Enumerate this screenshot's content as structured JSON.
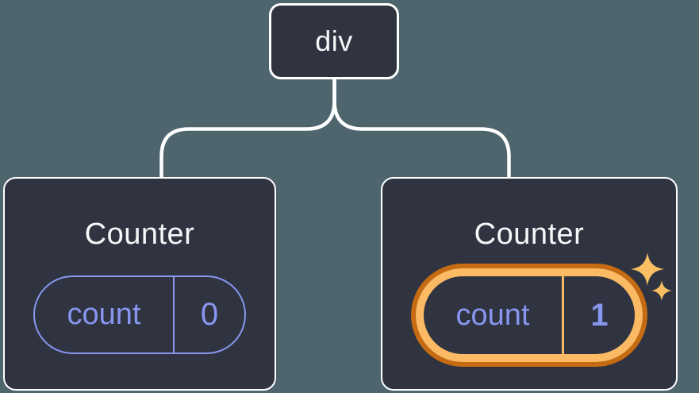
{
  "diagram": {
    "background_color": "#4e656d",
    "connector_color": "#ffffff",
    "root_node": {
      "label": "div"
    },
    "components": [
      {
        "title": "Counter",
        "state": {
          "name": "count",
          "value": "0"
        },
        "highlighted": false
      },
      {
        "title": "Counter",
        "state": {
          "name": "count",
          "value": "1"
        },
        "highlighted": true,
        "icon": "sparkles-icon"
      }
    ],
    "colors": {
      "card_background": "#2f3440",
      "card_border": "#ffffff",
      "title_text": "#f6f7f9",
      "state_accent_purple": "#8896f0",
      "highlight_ring_outer": "#c66b12",
      "highlight_ring_inner": "#fcba64",
      "sparkle": "#fabf63"
    }
  }
}
